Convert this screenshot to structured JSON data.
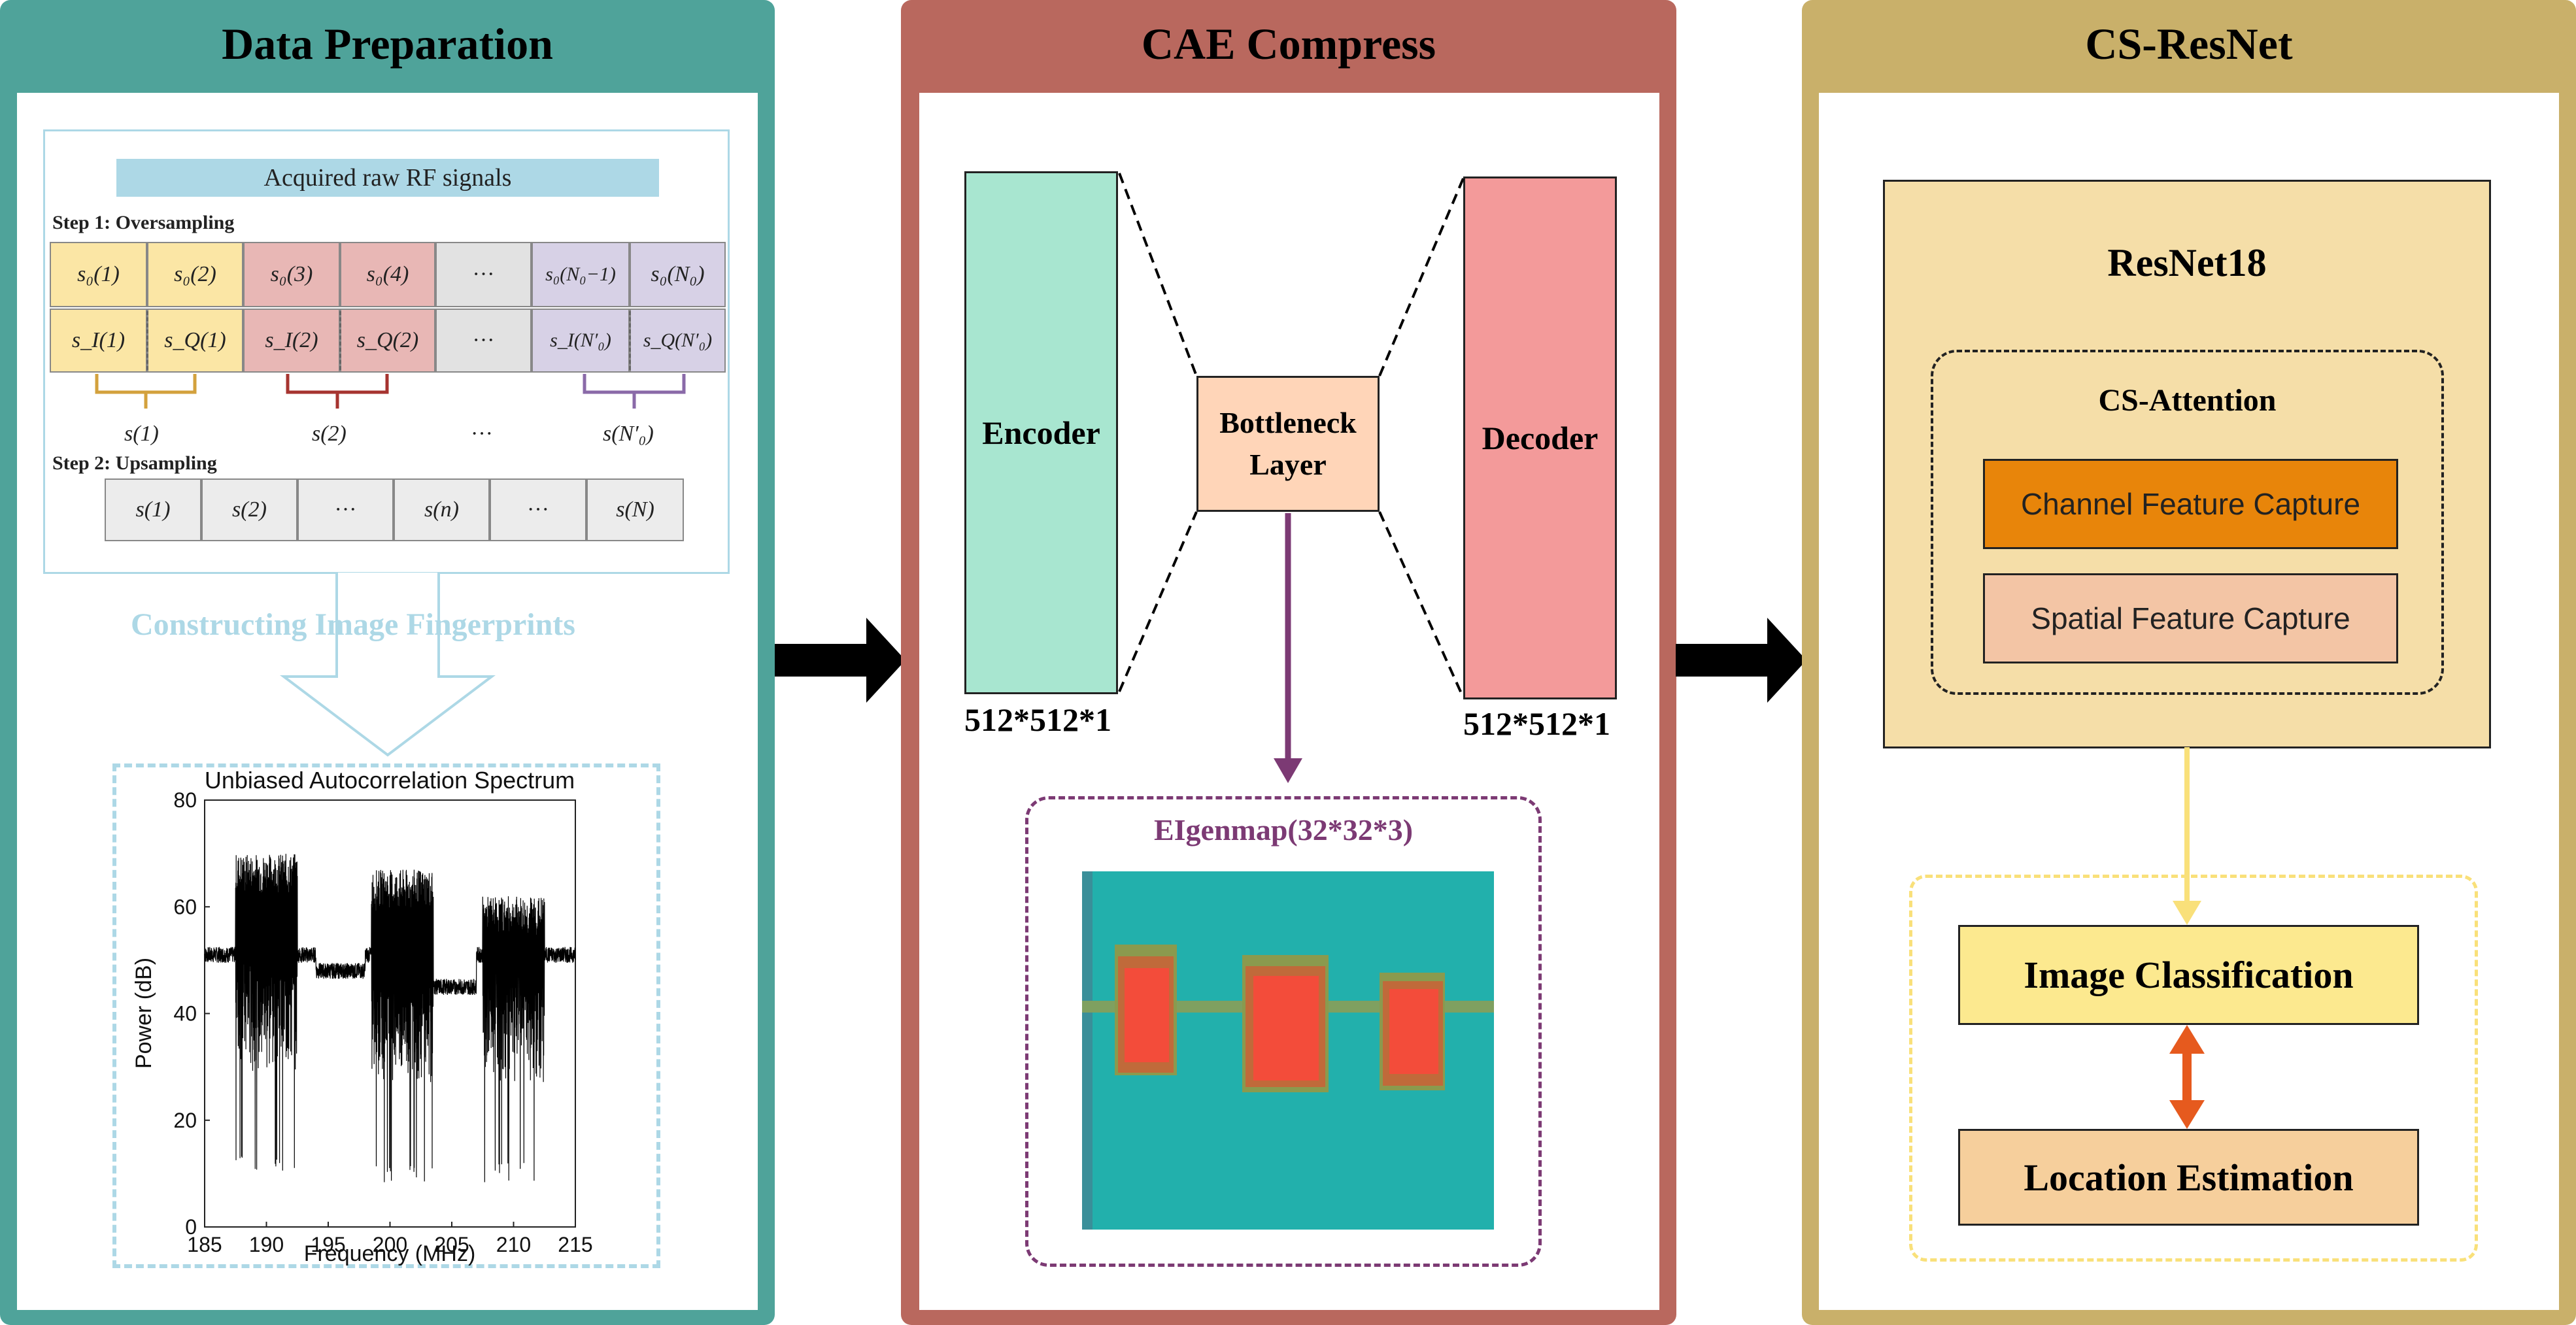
{
  "panels": {
    "data_prep": {
      "title": "Data Preparation",
      "raw_signals_label": "Acquired raw RF signals",
      "step1_label": "Step 1: Oversampling",
      "row1": [
        "s₀(1)",
        "s₀(2)",
        "s₀(3)",
        "s₀(4)",
        "···",
        "s₀(N₀−1)",
        "s₀(N₀)"
      ],
      "row2": [
        "s_I(1)",
        "s_Q(1)",
        "s_I(2)",
        "s_Q(2)",
        "···",
        "s_I(N′₀)",
        "s_Q(N′₀)"
      ],
      "brace_labels": [
        "s(1)",
        "s(2)",
        "···",
        "s(N′₀)"
      ],
      "step2_label": "Step 2: Upsampling",
      "row3": [
        "s(1)",
        "s(2)",
        "···",
        "s(n)",
        "···",
        "s(N)"
      ],
      "construct_label": "Constructing Image Fingerprints"
    },
    "cae": {
      "title": "CAE Compress",
      "encoder_label": "Encoder",
      "bottleneck_label": "Bottleneck Layer",
      "decoder_label": "Decoder",
      "encoder_dim": "512*512*1",
      "decoder_dim": "512*512*1",
      "eigenmap_label": "EIgenmap(32*32*3)"
    },
    "csresnet": {
      "title": "CS-ResNet",
      "resnet_label": "ResNet18",
      "attention_label": "CS-Attention",
      "channel_label": "Channel Feature Capture",
      "spatial_label": "Spatial Feature Capture",
      "classification_label": "Image Classification",
      "location_label": "Location Estimation"
    }
  },
  "chart_data": {
    "type": "line",
    "title": "Unbiased Autocorrelation Spectrum",
    "xlabel": "Frequency (MHz)",
    "ylabel": "Power (dB)",
    "xlim": [
      185,
      215
    ],
    "ylim": [
      0,
      80
    ],
    "xticks": [
      185,
      190,
      195,
      200,
      205,
      210,
      215
    ],
    "yticks": [
      0,
      20,
      40,
      60,
      80
    ],
    "baseline_db": 51,
    "bands": [
      {
        "start_mhz": 187.5,
        "end_mhz": 192.5,
        "peak_db": 70,
        "min_db": 10
      },
      {
        "start_mhz": 198.5,
        "end_mhz": 203.5,
        "peak_db": 67,
        "min_db": 8
      },
      {
        "start_mhz": 207.5,
        "end_mhz": 212.5,
        "peak_db": 62,
        "min_db": 8
      }
    ]
  },
  "colors": {
    "data_prep_frame": "#4fa39a",
    "cae_frame": "#b9685e",
    "csresnet_frame": "#c9b06a",
    "light_blue": "#add8e6",
    "encoder": "#a8e6d0",
    "bottleneck": "#ffd5b8",
    "decoder": "#f39a9a",
    "eigenmap_purple": "#7c3a74",
    "resnet_box": "#f5dea8",
    "channel_box": "#e8850a",
    "spatial_box": "#f3c5a5",
    "classification_box": "#fce98f",
    "location_box": "#f6cf9c",
    "double_arrow": "#e65a1e",
    "yellow_dash": "#f9e07a"
  }
}
